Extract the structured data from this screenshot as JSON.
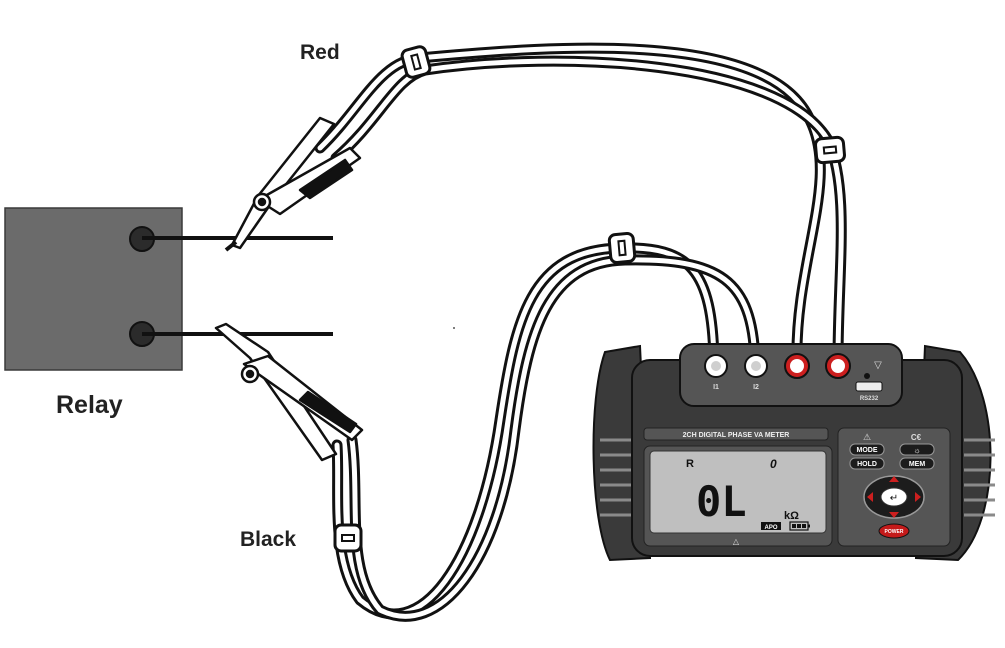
{
  "labels": {
    "red_lead": "Red",
    "black_lead": "Black",
    "relay": "Relay"
  },
  "meter": {
    "model_strip": "2CH DIGITAL PHASE VA METER",
    "lcd": {
      "mode_indicator": "R",
      "range_indicator": "0",
      "reading": "0L",
      "unit": "kΩ",
      "apo": "APO"
    },
    "buttons": {
      "mode": "MODE",
      "light": "☼",
      "hold": "HOLD",
      "mem": "MEM",
      "enter": "↵",
      "power": "POWER"
    },
    "jacks": {
      "jack1": "I1",
      "jack2": "I2"
    },
    "usb_label": "RS232",
    "marks": {
      "ce": "C€",
      "warning": "⚠"
    }
  },
  "colors": {
    "relay_fill": "#6b6b6b",
    "jack_red": "#cc1f1f",
    "lcd_fill": "#bfbfbf",
    "meter_body": "#3a3a3a",
    "power_button": "#c41a1a"
  }
}
